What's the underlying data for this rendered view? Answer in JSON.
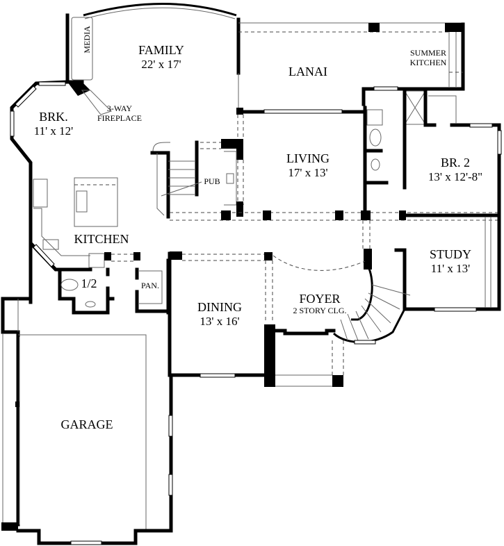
{
  "plan": {
    "type": "floor plan",
    "rooms": {
      "family": {
        "name": "FAMILY",
        "dimensions": "22' x 17'"
      },
      "lanai": {
        "name": "LANAI"
      },
      "summer_kitchen": {
        "line1": "SUMMER",
        "line2": "KITCHEN"
      },
      "media": {
        "name": "MEDIA"
      },
      "fireplace": {
        "line1": "3-WAY",
        "line2": "FIREPLACE"
      },
      "breakfast": {
        "name": "BRK.",
        "dimensions": "11' x 12'"
      },
      "kitchen": {
        "name": "KITCHEN"
      },
      "living": {
        "name": "LIVING",
        "dimensions": "17' x 13'"
      },
      "pub": {
        "name": "PUB"
      },
      "bedroom2": {
        "name": "BR. 2",
        "dimensions": "13' x 12'-8\""
      },
      "study": {
        "name": "STUDY",
        "dimensions": "11' x 13'"
      },
      "half_bath": {
        "name": "1/2"
      },
      "pantry": {
        "name": "PAN."
      },
      "dining": {
        "name": "DINING",
        "dimensions": "13' x 16'"
      },
      "foyer": {
        "name": "FOYER",
        "dimensions": "2 STORY CLG."
      },
      "garage": {
        "name": "GARAGE"
      }
    },
    "colors": {
      "wall": "#000000",
      "fixture": "#666666",
      "background": "#ffffff"
    }
  }
}
